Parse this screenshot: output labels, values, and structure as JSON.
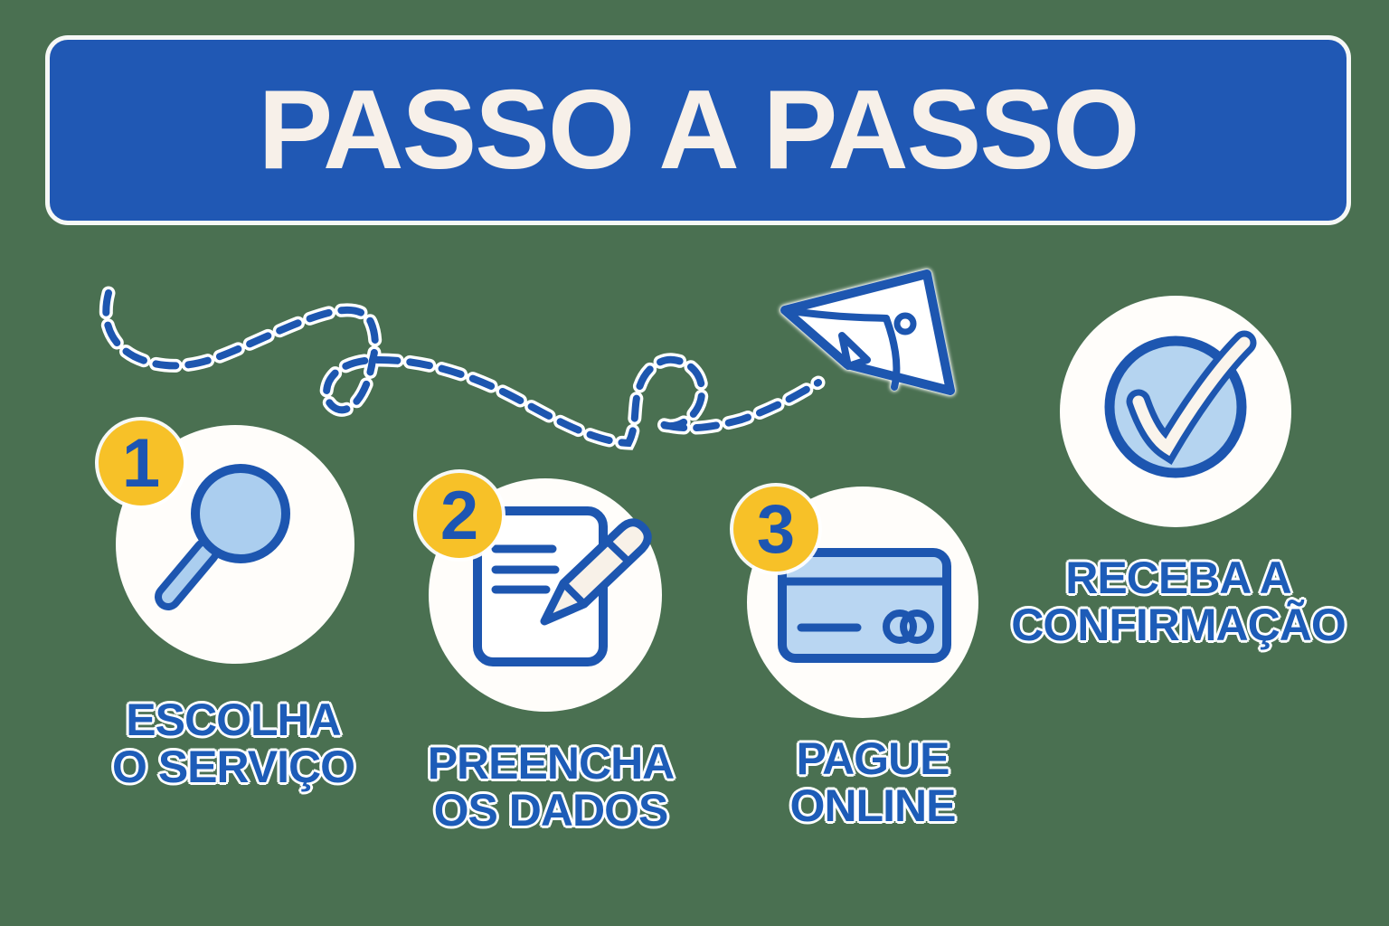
{
  "banner": {
    "title": "PASSO A PASSO"
  },
  "steps": [
    {
      "number": "1",
      "line1": "ESCOLHA",
      "line2": "O SERVIÇO",
      "icon": "magnifier-icon"
    },
    {
      "number": "2",
      "line1": "PREENCHA",
      "line2": "OS DADOS",
      "icon": "document-pen-icon"
    },
    {
      "number": "3",
      "line1": "PAGUE",
      "line2": "ONLINE",
      "icon": "credit-card-icon"
    },
    {
      "number": "",
      "line1": "RECEBA A",
      "line2": "CONFIRMAÇÃO",
      "icon": "check-circle-icon"
    }
  ],
  "decorations": {
    "flight_path": "dashed-flight-path",
    "plane": "paper-plane-icon"
  },
  "colors": {
    "background_green": "#4a7051",
    "banner_blue": "#2058b4",
    "banner_text_cream": "#f7f0e9",
    "label_blue": "#1d5cb8",
    "icon_stroke_blue": "#1d56b0",
    "icon_light_blue": "#abceef",
    "badge_yellow": "#f7c128",
    "badge_number_blue": "#1d55b2",
    "circle_white": "#fffdfa"
  }
}
